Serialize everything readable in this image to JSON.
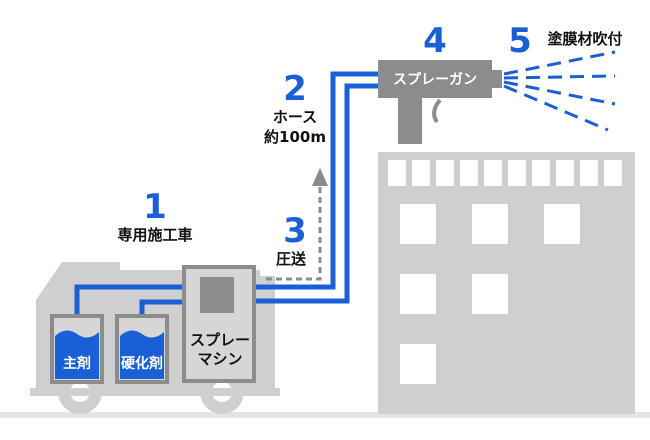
{
  "colors": {
    "accent": "#1a5fd6",
    "gray": "#cfcfcf",
    "dark_gray": "#8c8c8c",
    "text": "#111111"
  },
  "steps": [
    {
      "number": "1",
      "label": "専用施工車"
    },
    {
      "number": "2",
      "label_line1": "ホース",
      "label_line2": "約100m"
    },
    {
      "number": "3",
      "label": "圧送"
    },
    {
      "number": "4",
      "label": ""
    },
    {
      "number": "5",
      "label": "塗膜材吹付"
    }
  ],
  "gun": {
    "label": "スプレーガン"
  },
  "machine": {
    "label_line1": "スプレー",
    "label_line2": "マシン"
  },
  "tanks": [
    {
      "label": "主剤"
    },
    {
      "label": "硬化剤"
    }
  ],
  "icons": [
    "truck-icon",
    "building-icon",
    "spray-gun-icon",
    "spray-mist-icon",
    "pressure-arrow-icon"
  ]
}
